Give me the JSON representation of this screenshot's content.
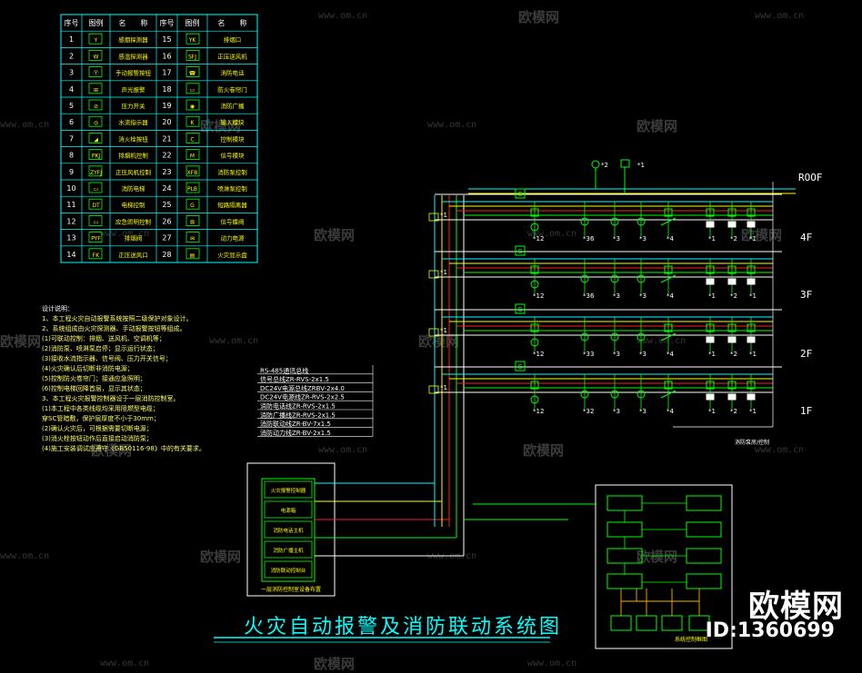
{
  "title": "火灾自动报警及消防联动系统图",
  "brand": {
    "name": "欧模网",
    "id": "ID:1360699"
  },
  "watermark": {
    "text": "欧模网",
    "url": "www.om.cn"
  },
  "legend": {
    "headers": [
      "序号",
      "图例",
      "名　　称",
      "序号",
      "图例",
      "名　　称"
    ],
    "rows": [
      {
        "n1": "1",
        "s1": "Y",
        "name1": "感烟探测器",
        "n2": "15",
        "s2": "YK",
        "name2": "排烟口"
      },
      {
        "n1": "2",
        "s1": "W",
        "name1": "感温探测器",
        "n2": "16",
        "s2": "SFJ",
        "name2": "正压送风机"
      },
      {
        "n1": "3",
        "s1": "Ⓨ",
        "name1": "手动报警按钮",
        "n2": "17",
        "s2": "☎",
        "name2": "消防电话"
      },
      {
        "n1": "4",
        "s1": "⊞",
        "name1": "声光报警",
        "n2": "18",
        "s2": "▭",
        "name2": "防火卷帘门"
      },
      {
        "n1": "5",
        "s1": "⊘",
        "name1": "压力开关",
        "n2": "19",
        "s2": "◉",
        "name2": "消防广播"
      },
      {
        "n1": "6",
        "s1": "◎",
        "name1": "水流指示器",
        "n2": "20",
        "s2": "K",
        "name2": "输入模块"
      },
      {
        "n1": "7",
        "s1": "◢",
        "name1": "消火栓按钮",
        "n2": "21",
        "s2": "C",
        "name2": "控制模块"
      },
      {
        "n1": "8",
        "s1": "PKJ",
        "name1": "排烟机控制",
        "n2": "22",
        "s2": "M",
        "name2": "信号模块"
      },
      {
        "n1": "9",
        "s1": "ZYFJ",
        "name1": "正压风机控制",
        "n2": "23",
        "s2": "XFB",
        "name2": "消防泵控制"
      },
      {
        "n1": "10",
        "s1": "▭",
        "name1": "消防电梯",
        "n2": "24",
        "s2": "PLB",
        "name2": "喷淋泵控制"
      },
      {
        "n1": "11",
        "s1": "DT",
        "name1": "电梯控制",
        "n2": "25",
        "s2": "G",
        "name2": "短路隔离器"
      },
      {
        "n1": "12",
        "s1": "▭",
        "name1": "应急照明控制",
        "n2": "26",
        "s2": "⊠",
        "name2": "信号蝶阀"
      },
      {
        "n1": "13",
        "s1": "PYF",
        "name1": "排烟阀",
        "n2": "27",
        "s2": "✉",
        "name2": "动力电源"
      },
      {
        "n1": "14",
        "s1": "FK",
        "name1": "正压送风口",
        "n2": "28",
        "s2": "▤",
        "name2": "火灾显示盘"
      }
    ]
  },
  "notes": [
    "设计说明：",
    "1、本工程火灾自动报警系统按照二级保护对象设计。",
    "2、系统组成由火灾探测器、手动报警按钮等组成。",
    "(1)可联动控制：排烟、送风机、空调机等；",
    "(2)消防泵、喷淋泵启停；显示运行状态；",
    "(3)接收水流指示器、信号阀、压力开关信号；",
    "(4)火灾确认后切断非消防电源；",
    "(5)控制防火卷帘门；接通应急照明；",
    "(6)控制电梯回降首层，显示其状态；",
    "3、本工程火灾报警控制器设于一层消防控制室。",
    "(1)本工程中各类线缆均采用阻燃型电缆；",
    "穿SC管暗敷，保护层厚度不小于30mm；",
    "(2)确认火灾后，可根据需要切断电源；",
    "(3)消火栓按钮动作后直接启动消防泵；",
    "(4)施工安装调试应遵守《GB50116-98》中的有关要求。"
  ],
  "cable_list": {
    "items": [
      "RS-485通讯总线",
      "信号总线ZR-RVS-2x1.5",
      "DC24V电源总线ZRBV-2x4.0",
      "DC24V电源线ZR-RVS-2x2.5",
      "消防电话线ZR-RVS-2x1.5",
      "消防广播线ZR-RVS-2x1.5",
      "消防联动线ZR-BV-7x1.5",
      "消防动力线ZR-BV-2x1.5"
    ]
  },
  "control_room": {
    "items": [
      "火灾报警控制器",
      "电源箱",
      "消防电话主机",
      "消防广播主机",
      "消防联动控制台"
    ],
    "caption": "一层消防控制室设备布置"
  },
  "floors": [
    "ROOF",
    "4F",
    "3F",
    "2F",
    "1F"
  ],
  "roof_labels": [
    "*2",
    "*1"
  ],
  "floor_counts": [
    {
      "floor": "4F",
      "labels": [
        "*12",
        "*36",
        "*3",
        "*3",
        "*4",
        "*1",
        "*2",
        "*1"
      ]
    },
    {
      "floor": "3F",
      "labels": [
        "*12",
        "*36",
        "*3",
        "*3",
        "*4",
        "*1",
        "*2",
        "*1"
      ]
    },
    {
      "floor": "2F",
      "labels": [
        "*12",
        "*33",
        "*3",
        "*3",
        "*4",
        "*1",
        "*2",
        "*1"
      ]
    },
    {
      "floor": "1F",
      "labels": [
        "*12",
        "*32",
        "*3",
        "*3",
        "*4",
        "*1",
        "*2",
        "*1"
      ]
    }
  ],
  "riser_labels": [
    "*1",
    "*1",
    "*1",
    "*1"
  ],
  "bottom_note": "消防泵房/控制",
  "flow_caption": "系统控制框图",
  "colors": {
    "cyan": "#00ffff",
    "green": "#00ff00",
    "yellow": "#ffff00",
    "red": "#ff2020",
    "white": "#ffffff",
    "orange": "#ffb000"
  }
}
